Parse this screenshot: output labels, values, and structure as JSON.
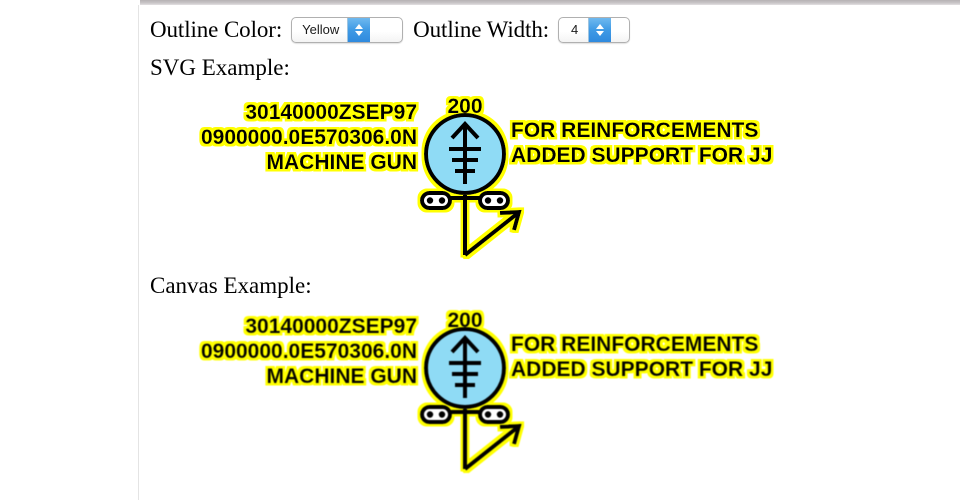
{
  "window": {
    "background": "#ffffff",
    "frame_border_color": "#e4e4e4",
    "top_bar_color": "#c9c6c8"
  },
  "controls": {
    "outline_color_label": "Outline Color:",
    "outline_color_value": "Yellow",
    "outline_color_options": [
      "Yellow"
    ],
    "outline_width_label": "Outline Width:",
    "outline_width_value": "4",
    "outline_width_options": [
      "4"
    ],
    "stepper_up_icon": "chevron-up-icon",
    "stepper_down_icon": "chevron-down-icon",
    "accent_color": "#3f9ae5"
  },
  "sections": [
    {
      "id": "svg",
      "title": "SVG Example:"
    },
    {
      "id": "canvas",
      "title": "Canvas Example:"
    }
  ],
  "symbol": {
    "name": "machine-gun-friendly-unit-symbol",
    "fill_color": "#8fdbf5",
    "stroke_color": "#000000",
    "outline_color": "#ffff00",
    "outline_width": "4",
    "quantity_label": "200",
    "left_text": [
      "30140000ZSEP97",
      "0900000.0E570306.0N",
      "MACHINE GUN"
    ],
    "right_text": [
      "FOR REINFORCEMENTS",
      "ADDED SUPPORT FOR JJ"
    ],
    "mobility": "wheeled-limited-cross-country",
    "direction_indicator": "movement-arrow"
  }
}
